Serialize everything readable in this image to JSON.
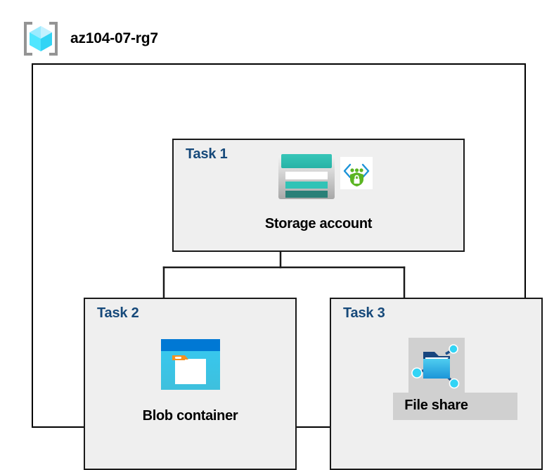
{
  "header": {
    "title": "az104-07-rg7",
    "icon": "resource-group-icon"
  },
  "diagram": {
    "container_name": "resource-group-boundary",
    "tasks": [
      {
        "id": "task-1",
        "label": "Task 1",
        "node_caption": "Storage account",
        "icons": [
          "storage-account-icon",
          "secure-endpoint-shield-icon"
        ]
      },
      {
        "id": "task-2",
        "label": "Task 2",
        "node_caption": "Blob container",
        "icons": [
          "blob-container-icon"
        ]
      },
      {
        "id": "task-3",
        "label": "Task 3",
        "node_caption": "File share",
        "icons": [
          "file-share-icon"
        ],
        "highlighted": true
      }
    ],
    "connections": [
      {
        "from": "Storage account",
        "to": "Blob container"
      },
      {
        "from": "Storage account",
        "to": "File share"
      }
    ]
  },
  "colors": {
    "task_label": "#16497a",
    "task_box_fill": "#efefef",
    "task_box_border": "#1a1a1a",
    "container_border": "#000000",
    "highlight_fill": "#d0d0d0",
    "storage_teal": "#2bbcb0",
    "storage_teal_dark": "#2a8078",
    "blob_blue": "#0078d4",
    "blob_cyan": "#32c3ef",
    "blob_orange": "#f7901e",
    "shield_green": "#5bb522",
    "bracket_blue": "#1b93d8",
    "cube_cyan": "#50e6ff",
    "bracket_gray": "#949494",
    "page_background": "#ffffff"
  }
}
